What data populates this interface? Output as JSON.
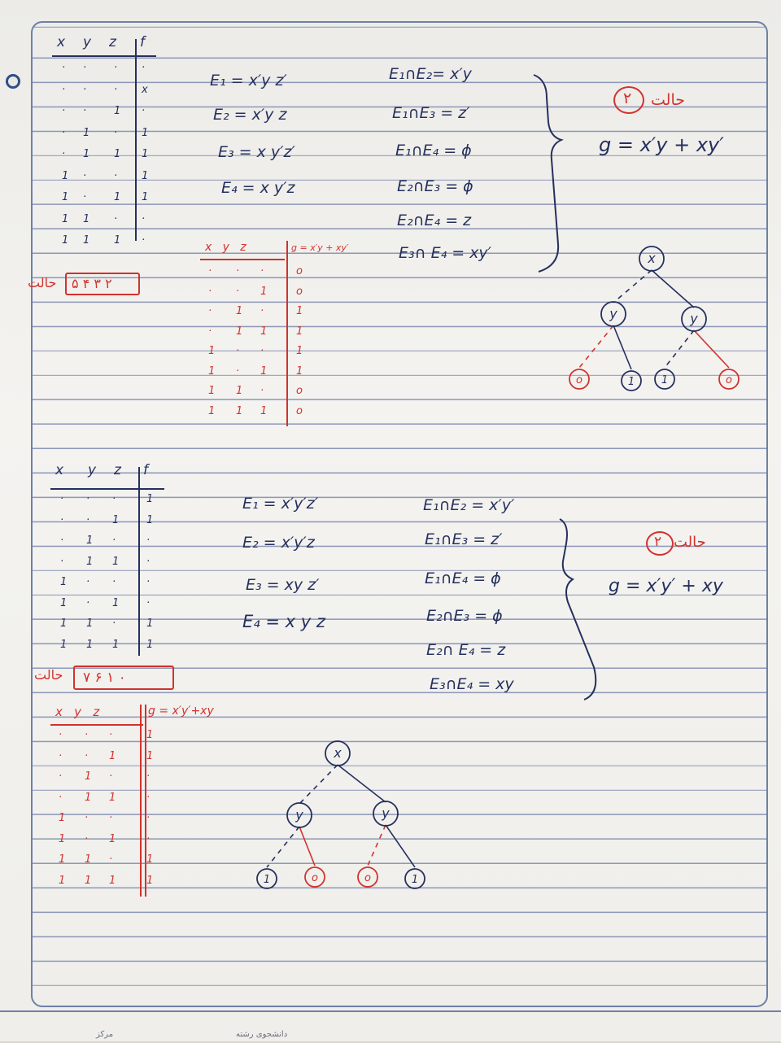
{
  "section1": {
    "table_f": {
      "headers": [
        "x",
        "y",
        "z",
        "f"
      ],
      "rows": [
        [
          "·",
          "·",
          "·",
          "·"
        ],
        [
          "·",
          "·",
          "·",
          "x"
        ],
        [
          "·",
          "·",
          "1",
          "·"
        ],
        [
          "·",
          "1",
          "·",
          "1"
        ],
        [
          "·",
          "1",
          "1",
          "1"
        ],
        [
          "1",
          "·",
          "·",
          "1"
        ],
        [
          "1",
          "·",
          "1",
          "1"
        ],
        [
          "1",
          "1",
          "·",
          "·"
        ],
        [
          "1",
          "1",
          "1",
          "·"
        ]
      ]
    },
    "minterms": [
      "E₁ = x′y z′",
      "E₂ = x′y z",
      "E₃ = x y′z′",
      "E₄ = x y′z"
    ],
    "intersections": [
      "E₁∩E₂= x′y",
      "E₁∩E₃ = z′",
      "E₁∩E₄ = ϕ",
      "E₂∩E₃ = ϕ",
      "E₂∩E₄ = z",
      "E₃∩ E₄ = xy′"
    ],
    "case_label": "حالت",
    "case_number": "۲",
    "result": "g = x′y + xy′",
    "states_label": "حالت",
    "states_digits": "۲ ۳ ۴ ۵",
    "table_g": {
      "header": "x   y   z",
      "g_header": "g = x′y + xy′",
      "rows": [
        [
          "·",
          "·",
          "·",
          "o"
        ],
        [
          "·",
          "·",
          "1",
          "o"
        ],
        [
          "·",
          "1",
          "·",
          "1"
        ],
        [
          "·",
          "1",
          "1",
          "1"
        ],
        [
          "1",
          "·",
          "·",
          "1"
        ],
        [
          "1",
          "·",
          "1",
          "1"
        ],
        [
          "1",
          "1",
          "·",
          "o"
        ],
        [
          "1",
          "1",
          "1",
          "o"
        ]
      ]
    },
    "tree": {
      "root": "x",
      "mid": [
        "y",
        "y"
      ],
      "leaves": [
        "o",
        "1",
        "1",
        "o"
      ]
    }
  },
  "section2": {
    "table_f": {
      "headers": [
        "x",
        "y",
        "z",
        "f"
      ],
      "rows": [
        [
          "·",
          "·",
          "·",
          "1"
        ],
        [
          "·",
          "·",
          "1",
          "1"
        ],
        [
          "·",
          "1",
          "·",
          "·"
        ],
        [
          "·",
          "1",
          "1",
          "·"
        ],
        [
          "1",
          "·",
          "·",
          "·"
        ],
        [
          "1",
          "·",
          "1",
          "·"
        ],
        [
          "1",
          "1",
          "·",
          "1"
        ],
        [
          "1",
          "1",
          "1",
          "1"
        ]
      ]
    },
    "minterms": [
      "E₁ = x′y′z′",
      "E₂ = x′y′z",
      "E₃ = xy z′",
      "E₄ = x y z"
    ],
    "intersections": [
      "E₁∩E₂ = x′y′",
      "E₁∩E₃ = z′",
      "E₁∩E₄ = ϕ",
      "E₂∩E₃ = ϕ",
      "E₂∩ E₄ = z",
      "E₃∩E₄ = xy"
    ],
    "case_label": "حالت",
    "case_number": "۲",
    "result": "g = x′y′ + xy",
    "states_label": "حالت",
    "states_digits": "۰ ۱ ۶ ۷",
    "table_g": {
      "header": "x   y   z",
      "g_header": "g = x′y′+xy",
      "rows": [
        [
          "·",
          "·",
          "·",
          "1"
        ],
        [
          "·",
          "·",
          "1",
          "1"
        ],
        [
          "·",
          "1",
          "·",
          "·"
        ],
        [
          "·",
          "1",
          "1",
          "·"
        ],
        [
          "1",
          "·",
          "·",
          "·"
        ],
        [
          "1",
          "·",
          "1",
          "·"
        ],
        [
          "1",
          "1",
          "·",
          "1"
        ],
        [
          "1",
          "1",
          "1",
          "1"
        ]
      ]
    },
    "tree": {
      "root": "x",
      "mid": [
        "y",
        "y"
      ],
      "leaves": [
        "1",
        "o",
        "o",
        "1"
      ]
    }
  },
  "footer": {
    "field1": "دانشجوی رشته",
    "field2": "مرکز"
  },
  "colors": {
    "ink_blue": "#25305e",
    "ink_red": "#d1322e",
    "ruling": "#8e98b7"
  }
}
